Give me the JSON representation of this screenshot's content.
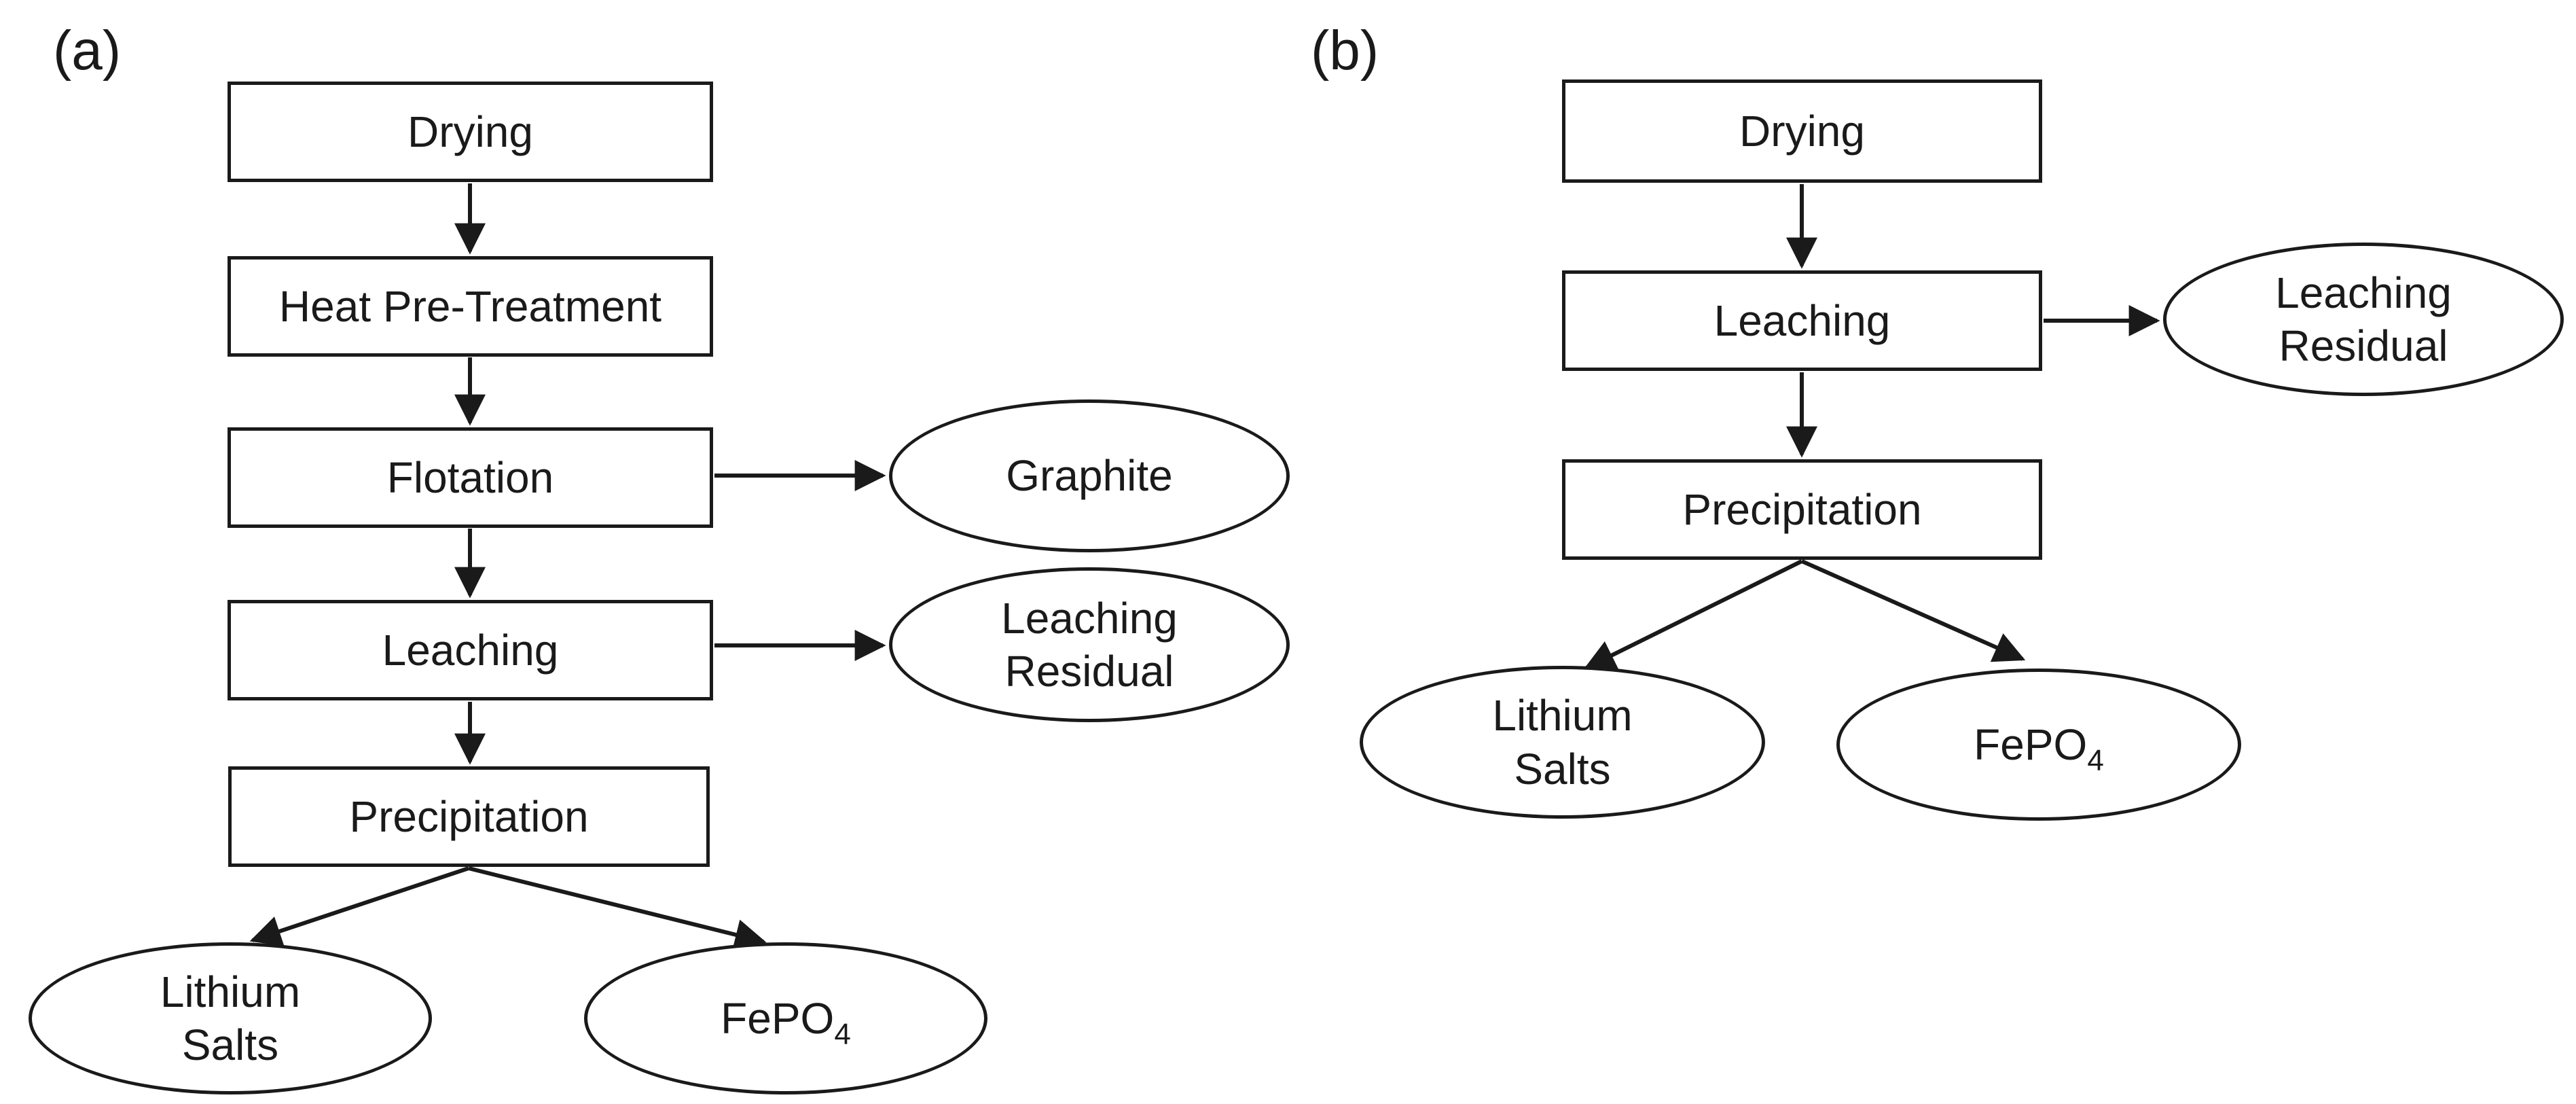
{
  "figure": {
    "background": "#ffffff",
    "stroke_color": "#1a1a1a",
    "text_color": "#1a1a1a",
    "panel_a": {
      "label": "(a)",
      "box_drying": "Drying",
      "box_heat_pre_treatment": "Heat Pre-Treatment",
      "box_flotation": "Flotation",
      "box_leaching": "Leaching",
      "box_precipitation": "Precipitation",
      "ellipse_graphite": "Graphite",
      "ellipse_leaching_residual": {
        "line1": "Leaching",
        "line2": "Residual"
      },
      "ellipse_lithium_salts": {
        "line1": "Lithium",
        "line2": "Salts"
      },
      "ellipse_fepo4": {
        "formula": "FePO",
        "subscript": "4"
      }
    },
    "panel_b": {
      "label": "(b)",
      "box_drying": "Drying",
      "box_leaching": "Leaching",
      "box_precipitation": "Precipitation",
      "ellipse_leaching_residual": {
        "line1": "Leaching",
        "line2": "Residual"
      },
      "ellipse_lithium_salts": {
        "line1": "Lithium",
        "line2": "Salts"
      },
      "ellipse_fepo4": {
        "formula": "FePO",
        "subscript": "4"
      }
    }
  }
}
